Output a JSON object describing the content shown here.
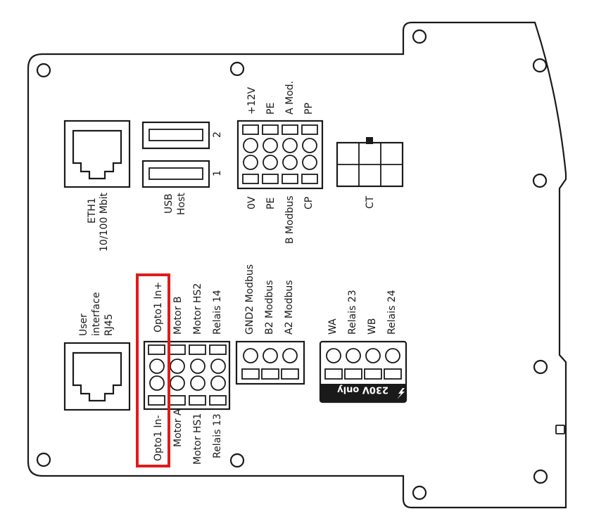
{
  "colors": {
    "outline": "#1a1a1a",
    "highlight": "#e01b1b",
    "badge": "#1a1a1a"
  },
  "connectors": {
    "eth1": {
      "name": "ETH1",
      "spec": "10/100 Mbit"
    },
    "usb": {
      "name": "USB",
      "sub": "Host",
      "port1": "1",
      "port2": "2"
    },
    "power": {
      "top": [
        "+12V",
        "PE",
        "A Mod.",
        "PP"
      ],
      "bottom": [
        "0V",
        "PE",
        "B Modbus",
        "CP"
      ]
    },
    "ct": {
      "name": "CT"
    },
    "user_interface": {
      "line1": "User",
      "line2": "interface",
      "line3": "RJ45"
    },
    "motor": {
      "top": [
        "Opto1 In+",
        "Motor B",
        "Motor HS2",
        "Relais 14"
      ],
      "bottom": [
        "Opto1 In-",
        "Motor A",
        "Motor HS1",
        "Relais 13"
      ]
    },
    "modbus": {
      "labels": [
        "GND2 Modbus",
        "B2 Modbus",
        "A2 Modbus"
      ]
    },
    "relay": {
      "labels": [
        "WA",
        "Relais 23",
        "WB",
        "Relais 24"
      ],
      "warning": "230V only",
      "warning_icon": "lightning-bolt-icon"
    }
  }
}
